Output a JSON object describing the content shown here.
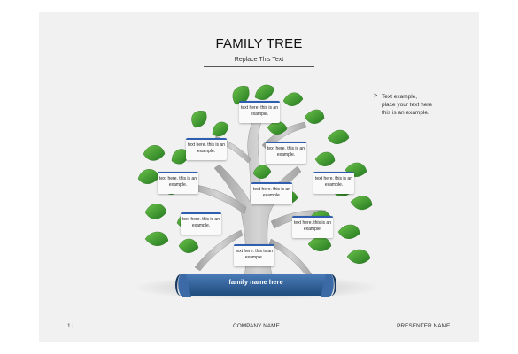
{
  "slide": {
    "title": "FAMILY TREE",
    "subtitle": "Replace This Text",
    "side_note": "Text example,\nplace your text here\nthis is an example.",
    "side_note_chevron": ">",
    "banner": "family name here",
    "labels": [
      "text here. this is an example.",
      "text here. this is an example.",
      "text here. this is an example.",
      "text here. this is an example.",
      "text here. this is an example.",
      "text here. this is an example.",
      "text here. this is an example.",
      "text here. this is an example.",
      "text here. this is an example."
    ],
    "footer": {
      "page": "1 |",
      "company": "COMPANY NAME",
      "presenter": "PRESENTER NAME"
    }
  },
  "colors": {
    "leaf": "#3f9a2c",
    "trunk": "#b9b9b9",
    "banner": "#2f5d94",
    "label_accent": "#2f5db0"
  }
}
